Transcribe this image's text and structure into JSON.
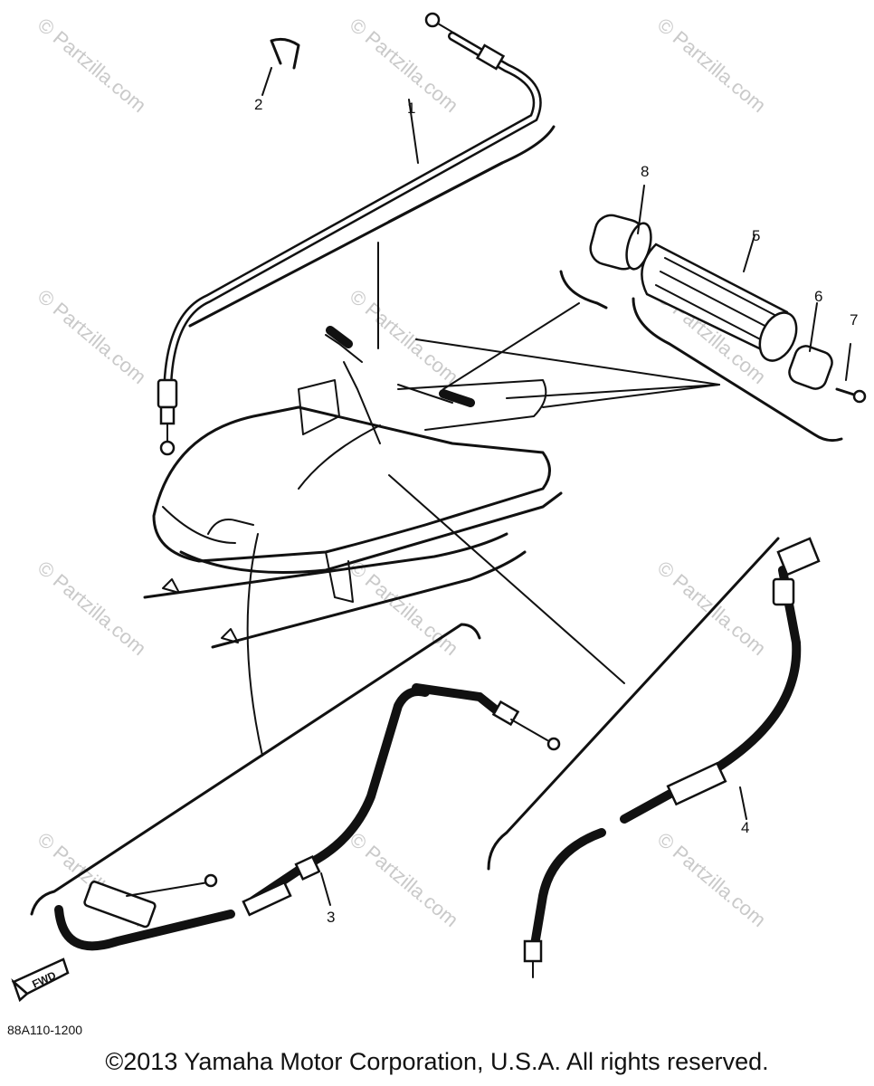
{
  "callouts": [
    "1",
    "2",
    "3",
    "4",
    "5",
    "6",
    "7",
    "8"
  ],
  "fwd_label": "FWD",
  "watermark": "© Partzilla.com",
  "diagram_code": "88A110-1200",
  "copyright": "©2013 Yamaha Motor Corporation, U.S.A. All rights reserved."
}
